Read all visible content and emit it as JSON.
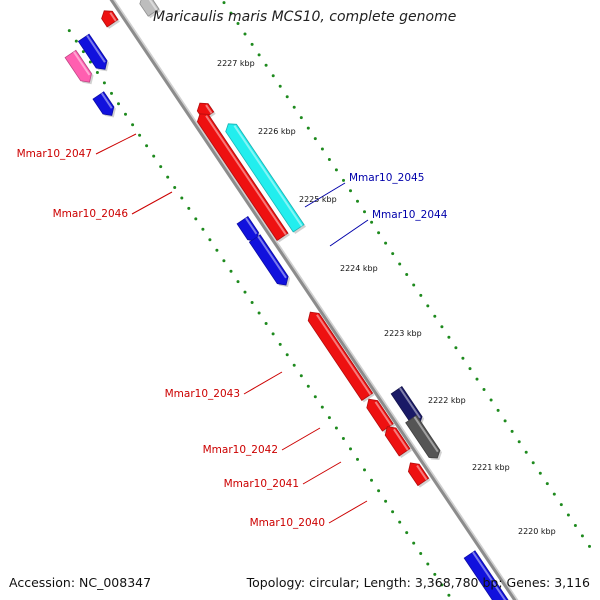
{
  "title": "Maricaulis maris MCS10, complete genome",
  "footer": {
    "accession": "Accession: NC_008347",
    "summary": "Topology: circular; Length: 3,368,780 bp; Genes: 3,116"
  },
  "colors": {
    "backbone": "#8c8c8c",
    "tick_dots": "#1e8a1e",
    "tick_label": "#111111",
    "red_label": "#cc0000",
    "blue_label": "#0000aa"
  },
  "ticks": [
    {
      "label": "2227 kbp"
    },
    {
      "label": "2226 kbp"
    },
    {
      "label": "2225 kbp"
    },
    {
      "label": "2224 kbp"
    },
    {
      "label": "2223 kbp"
    },
    {
      "label": "2222 kbp"
    },
    {
      "label": "2221 kbp"
    },
    {
      "label": "2220 kbp"
    }
  ],
  "gene_labels": [
    {
      "name": "Mmar10_2047",
      "color": "#cc0000"
    },
    {
      "name": "Mmar10_2046",
      "color": "#cc0000"
    },
    {
      "name": "Mmar10_2045",
      "color": "#0000aa"
    },
    {
      "name": "Mmar10_2044",
      "color": "#0000aa"
    },
    {
      "name": "Mmar10_2043",
      "color": "#cc0000"
    },
    {
      "name": "Mmar10_2042",
      "color": "#cc0000"
    },
    {
      "name": "Mmar10_2041",
      "color": "#cc0000"
    },
    {
      "name": "Mmar10_2040",
      "color": "#cc0000"
    }
  ],
  "features": [
    {
      "name": "gray-gene",
      "color": "#bdbdbd",
      "strand": "reverse"
    },
    {
      "name": "red-gene",
      "color": "#ee1111",
      "strand": "reverse"
    },
    {
      "name": "blue-gene",
      "color": "#1111dd",
      "strand": "forward"
    },
    {
      "name": "pink-gene",
      "color": "#ff5fb0",
      "strand": "forward"
    },
    {
      "name": "blue-gene",
      "color": "#1111dd",
      "strand": "forward"
    },
    {
      "name": "red-gene",
      "color": "#ee1111",
      "strand": "reverse"
    },
    {
      "name": "cyan-gene",
      "color": "#22eeee",
      "strand": "reverse"
    },
    {
      "name": "red-gene",
      "color": "#ee1111",
      "strand": "reverse"
    },
    {
      "name": "blue-gene",
      "color": "#1111dd",
      "strand": "forward"
    },
    {
      "name": "blue-gene",
      "color": "#1111dd",
      "strand": "forward"
    },
    {
      "name": "red-gene",
      "color": "#ee1111",
      "strand": "reverse"
    },
    {
      "name": "navy-gene",
      "color": "#1a1a66",
      "strand": "forward"
    },
    {
      "name": "red-gene",
      "color": "#ee1111",
      "strand": "reverse"
    },
    {
      "name": "gray-gene",
      "color": "#555555",
      "strand": "forward"
    },
    {
      "name": "red-gene",
      "color": "#ee1111",
      "strand": "reverse"
    },
    {
      "name": "red-gene",
      "color": "#ee1111",
      "strand": "reverse"
    },
    {
      "name": "blue-gene",
      "color": "#1111dd",
      "strand": "forward"
    }
  ]
}
